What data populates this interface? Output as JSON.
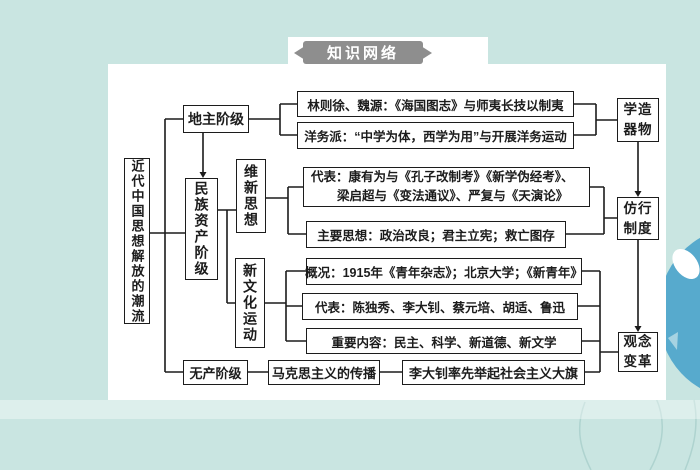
{
  "badge": {
    "label": "知识网络"
  },
  "colors": {
    "background": "#c9e5e1",
    "panel": "#ffffff",
    "line": "#1c1c1c",
    "badge_gray": "#8e8e8e",
    "balloon_blue": "#57aacd"
  },
  "diagram": {
    "root": "近代中国思想解放的潮流",
    "branches": {
      "landlord": "地主阶级",
      "bourgeois": "民族资产阶级",
      "proletariat": "无产阶级"
    },
    "landlord_items": {
      "linwei": "林则徐、魏源：《海国图志》与师夷长技以制夷",
      "yangwu": "洋务派：“中学为体，西学为用”与开展洋务运动"
    },
    "reform": {
      "label": "维新思想",
      "representatives_line1": "代表：康有为与《孔子改制考》《新学伪经考》、",
      "representatives_line2": "梁启超与《变法通议》、严复与《天演论》",
      "main_ideas": "主要思想：政治改良；君主立宪；救亡图存"
    },
    "new_culture": {
      "label": "新文化运动",
      "overview": "概况：1915年《青年杂志》；北京大学；《新青年》",
      "representatives": "代表：陈独秀、李大钊、蔡元培、胡适、鲁迅",
      "content": "重要内容：民主、科学、新道德、新文学"
    },
    "marxism": {
      "spread": "马克思主义的传播",
      "banner": "李大钊率先举起社会主义大旗"
    },
    "stages": {
      "tool": {
        "line1": "学造",
        "line2": "器物"
      },
      "system": {
        "line1": "仿行",
        "line2": "制度"
      },
      "idea": {
        "line1": "观念",
        "line2": "变革"
      }
    }
  }
}
